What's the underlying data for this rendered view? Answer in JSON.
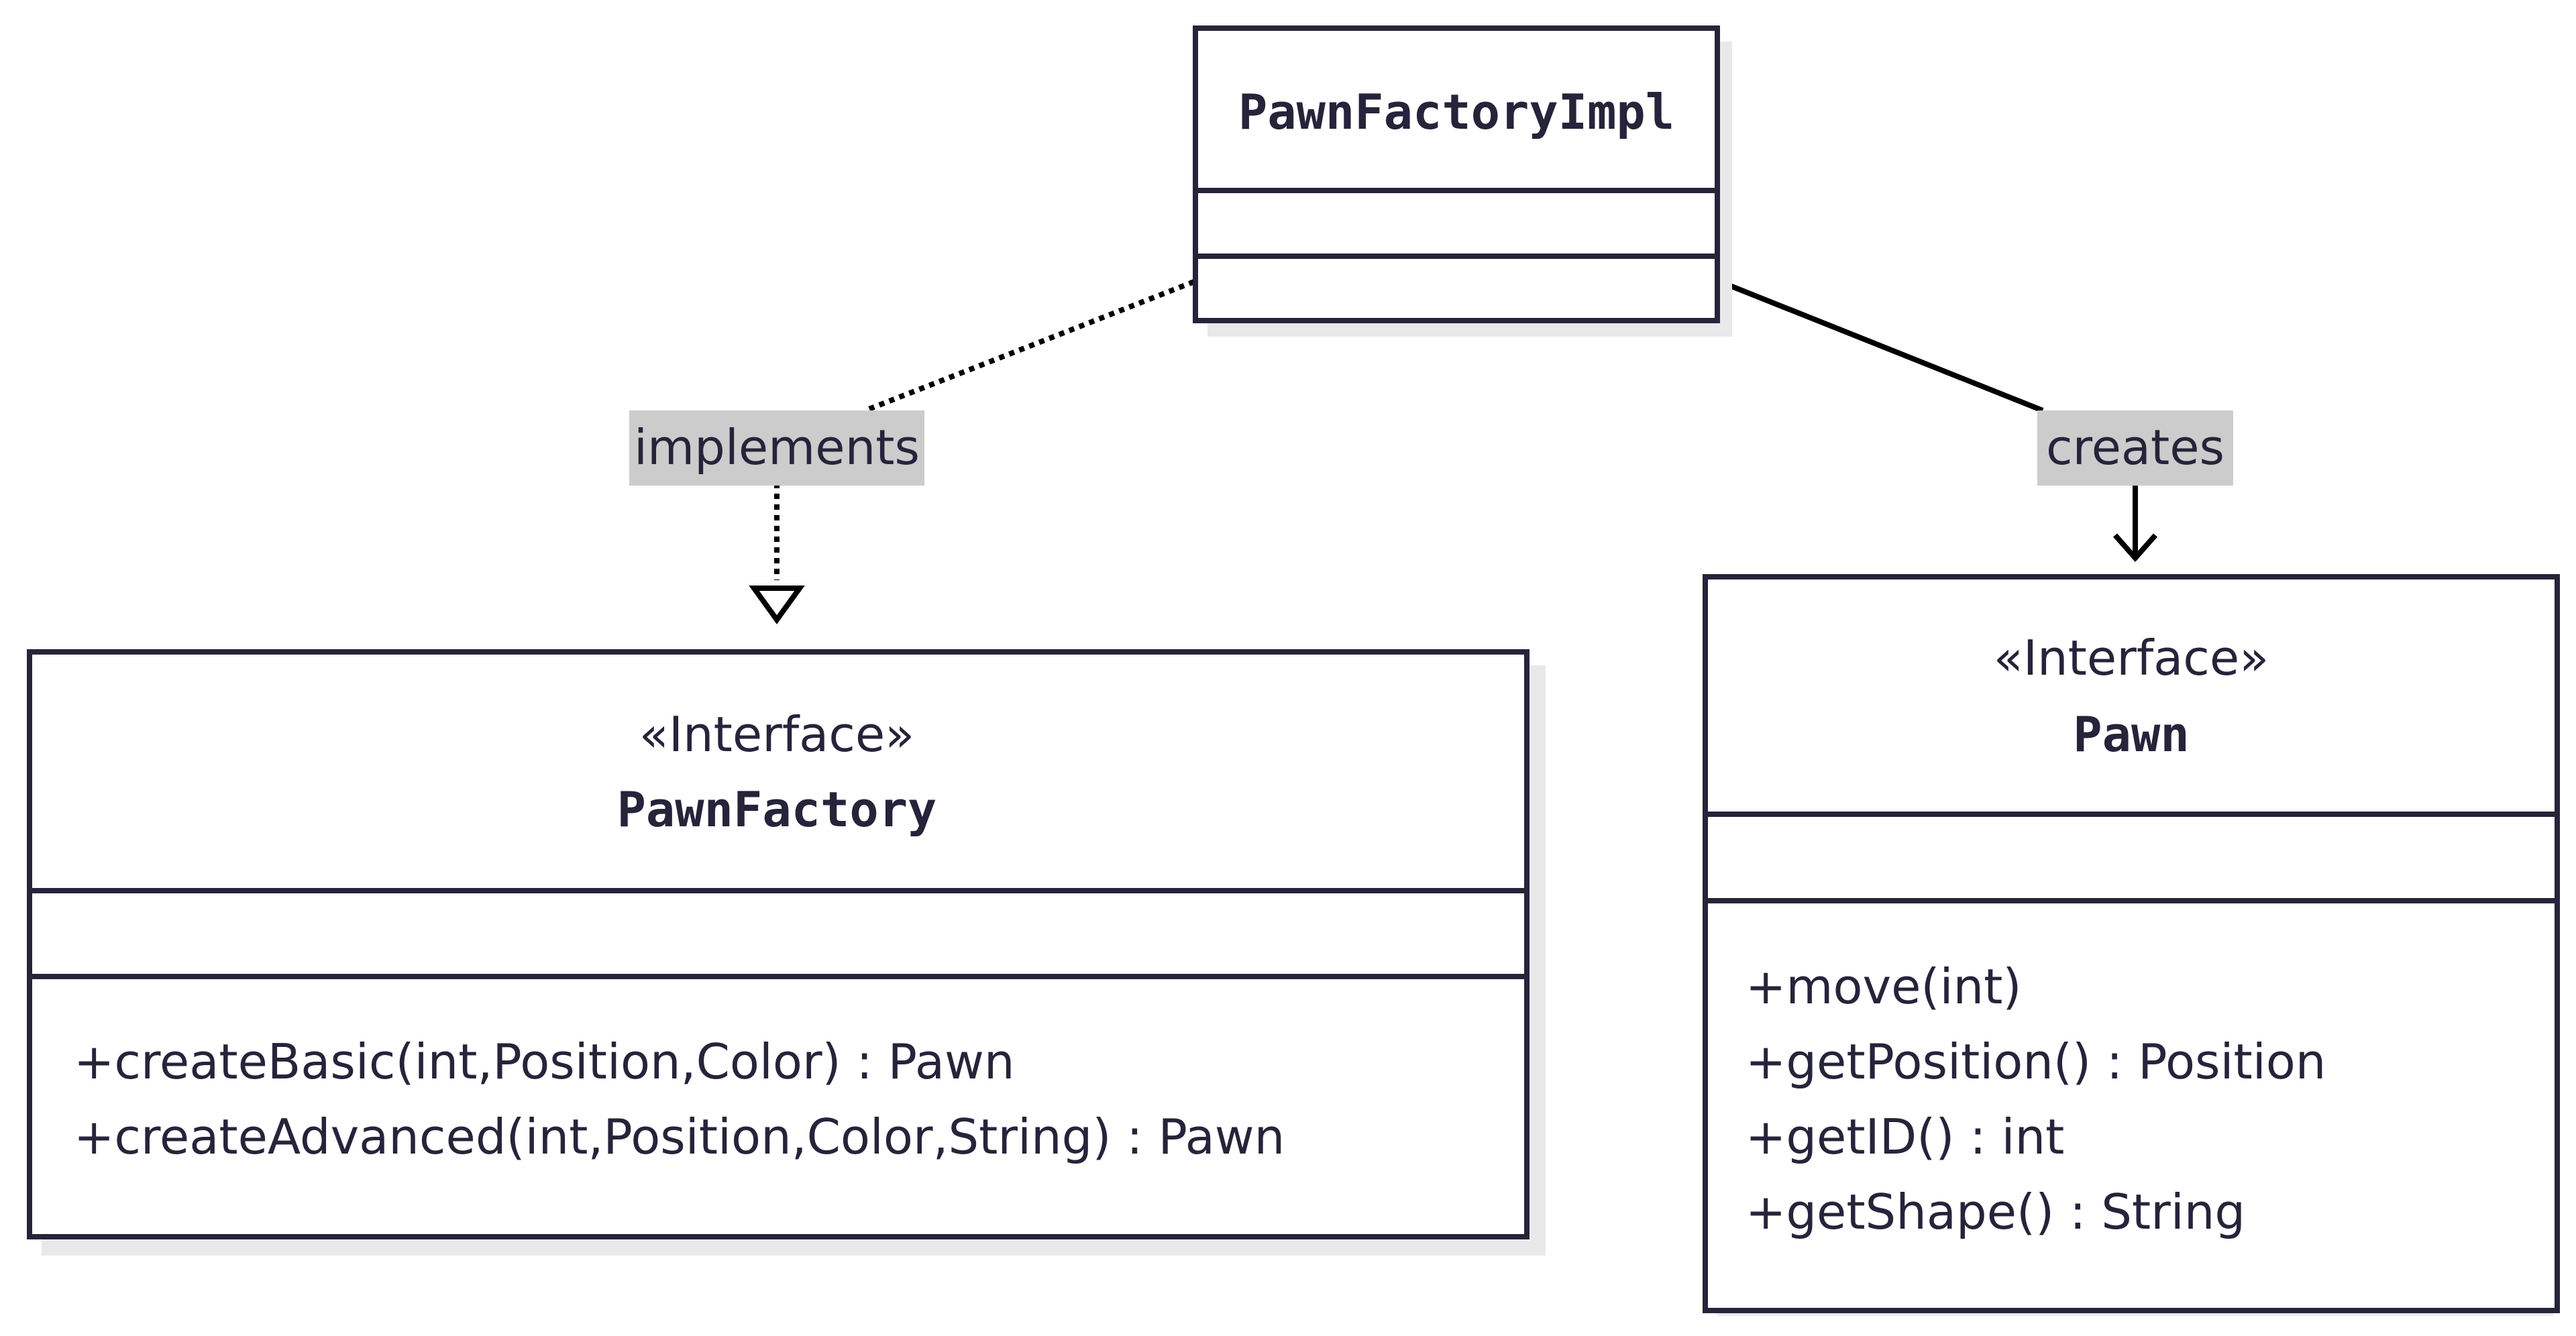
{
  "classes": {
    "impl": {
      "name": "PawnFactoryImpl",
      "stereotype": "",
      "attributes": [],
      "methods": []
    },
    "factory": {
      "name": "PawnFactory",
      "stereotype": "«Interface»",
      "attributes": [],
      "methods": [
        "+createBasic(int,Position,Color) : Pawn",
        "+createAdvanced(int,Position,Color,String) : Pawn"
      ]
    },
    "pawn": {
      "name": "Pawn",
      "stereotype": "«Interface»",
      "attributes": [],
      "methods": [
        "+move(int)",
        "+getPosition() : Position",
        "+getID() : int",
        "+getShape() : String"
      ]
    }
  },
  "relations": [
    {
      "id": "implements",
      "from": "impl",
      "to": "factory",
      "kind": "realization",
      "label": "implements"
    },
    {
      "id": "creates",
      "from": "impl",
      "to": "pawn",
      "kind": "association",
      "label": "creates"
    }
  ],
  "colors": {
    "stroke": "#26243a",
    "text": "#26243a",
    "label_bg": "#cccccc",
    "shadow": "#e9e9ec",
    "background": "#ffffff"
  }
}
